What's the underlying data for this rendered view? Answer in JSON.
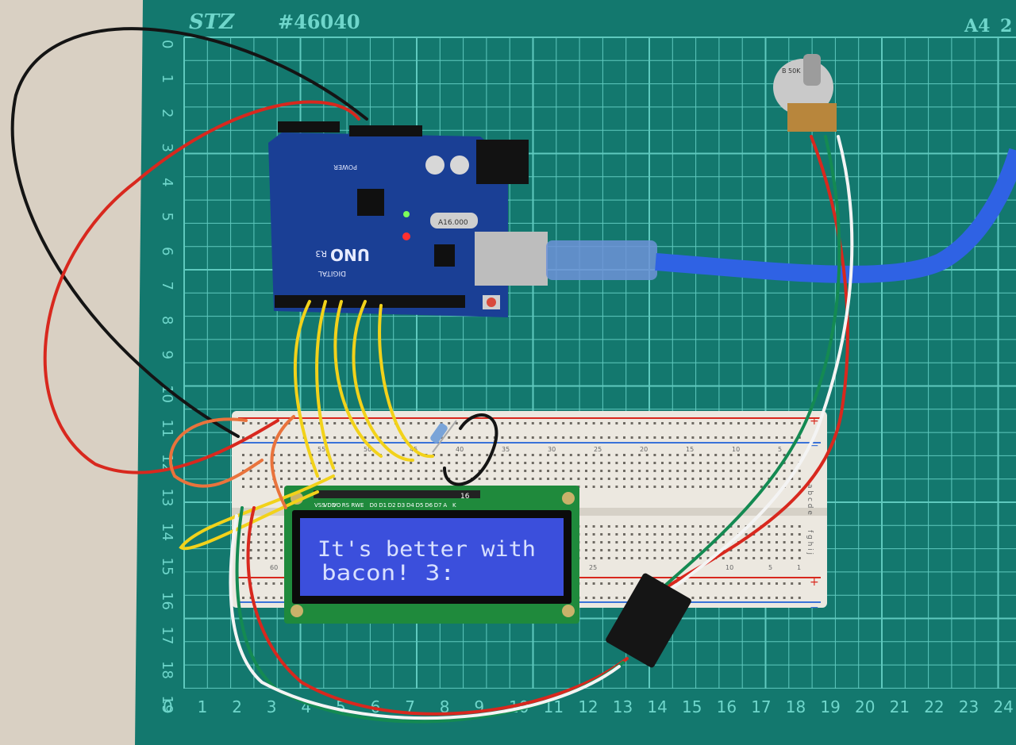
{
  "mat": {
    "brand": "STZ",
    "model": "#46040",
    "size_label": "A4",
    "size_fragment": "2",
    "left_numbers": [
      "0",
      "1",
      "2",
      "3",
      "4",
      "5",
      "6",
      "7",
      "8",
      "9",
      "10",
      "11",
      "12",
      "13",
      "14",
      "15",
      "16",
      "17",
      "18",
      "19"
    ],
    "bottom_numbers": [
      "0",
      "1",
      "2",
      "3",
      "4",
      "5",
      "6",
      "7",
      "8",
      "9",
      "10",
      "11",
      "12",
      "13",
      "14",
      "15",
      "16",
      "17",
      "18",
      "19",
      "20",
      "21",
      "22",
      "23",
      "24"
    ]
  },
  "lcd": {
    "line1": "It's better with",
    "line2": "bacon!  3:",
    "pin_labels": [
      "VSS",
      "VDD",
      "VO",
      "RS",
      "RW",
      "E",
      "D0",
      "D1",
      "D2",
      "D3",
      "D4",
      "D5",
      "D6",
      "D7",
      "A",
      "K"
    ],
    "pin_number": "16"
  },
  "arduino": {
    "logo": "UNO",
    "rev": "R3",
    "label_digital": "DIGITAL",
    "label_power": "POWER",
    "crystal": "A16.000"
  },
  "breadboard": {
    "col_numbers_top": [
      "55",
      "50",
      "45",
      "40",
      "35",
      "30",
      "25",
      "20",
      "15",
      "10",
      "5"
    ],
    "col_numbers_bottom": [
      "60",
      "25",
      "10",
      "5",
      "1"
    ],
    "row_letters_top": "a b c d e",
    "row_letters_bottom": "f g h i j"
  },
  "pot": {
    "label": "B 50K"
  },
  "colors": {
    "mat": "#13786e",
    "grid": "#5fc9be",
    "lcd_screen": "#3b4fdc",
    "lcd_text": "#d8e0ff",
    "arduino": "#1a3f95",
    "wire_red": "#d8281e",
    "wire_black": "#141414",
    "wire_yellow": "#f2d21a",
    "wire_orange": "#e9733c",
    "wire_green": "#148a52",
    "usb_cable": "#2f62e4"
  }
}
